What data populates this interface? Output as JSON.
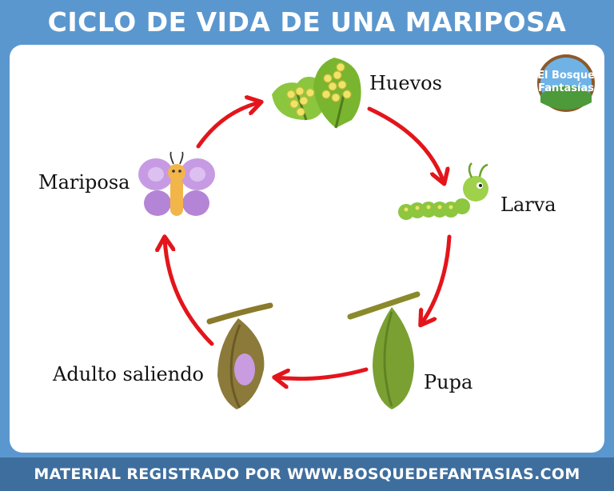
{
  "title": "CICLO DE VIDA DE UNA MARIPOSA",
  "footer": "MATERIAL REGISTRADO POR WWW.BOSQUEDEFANTASIAS.COM",
  "logo": {
    "line1": "El Bosque",
    "line2": "Fantasías",
    "icon": "forest-logo"
  },
  "stages": {
    "eggs": {
      "label": "Huevos",
      "icon": "eggs-on-leaf-icon"
    },
    "larva": {
      "label": "Larva",
      "icon": "caterpillar-icon"
    },
    "pupa": {
      "label": "Pupa",
      "icon": "chrysalis-icon"
    },
    "emerging": {
      "label": "Adulto saliendo",
      "icon": "emerging-butterfly-icon"
    },
    "butterfly": {
      "label": "Mariposa",
      "icon": "butterfly-icon"
    }
  },
  "colors": {
    "background": "#5b97cf",
    "footer": "#3e6e9e",
    "arrow": "#e3151b",
    "panel": "#ffffff"
  }
}
